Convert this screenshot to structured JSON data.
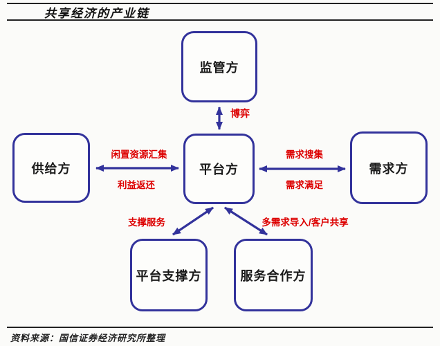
{
  "title": "共享经济的产业链",
  "source": "资料来源：国信证券经济研究所整理",
  "nodes": {
    "regulator": "监管方",
    "supplier": "供给方",
    "platform": "平台方",
    "demander": "需求方",
    "platform_support": "平台支撑方",
    "service_partner": "服务合作方"
  },
  "edge_labels": {
    "game": "博弈",
    "idle_resource_pooling": "闲置资源汇集",
    "benefit_return": "利益返还",
    "demand_collection": "需求搜集",
    "demand_satisfaction": "需求满足",
    "support_service": "支撑服务",
    "multi_demand_import": "多需求导入/客户共享"
  },
  "colors": {
    "node_border": "#32329b",
    "arrow": "#32329b",
    "edge_label": "#dd0000",
    "rule_line": "#222222"
  }
}
